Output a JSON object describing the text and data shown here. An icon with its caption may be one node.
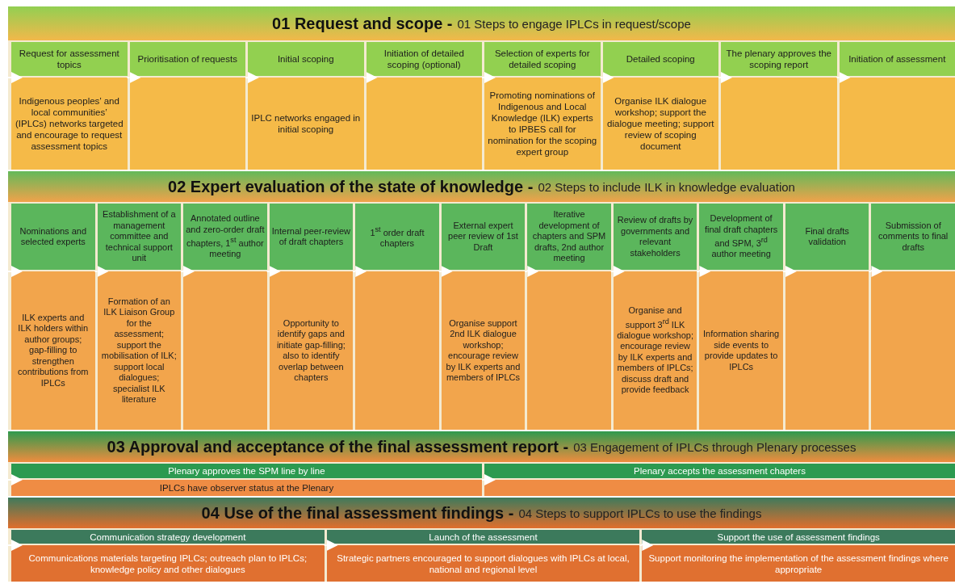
{
  "diagram": {
    "nodes": [
      {
        "text": [
          "01 Request and scope -",
          "01 Steps to engage IPLCs in request/scope"
        ]
      },
      {
        "text": [
          "Request for assessment topics",
          "Indigenous peoples’ and local communities’ (IPLCs) networks targeted and encourage to request assessment topics"
        ],
        "in": 0
      },
      {
        "text": [
          "Prioritisation of requests"
        ],
        "in": 0
      },
      {
        "text": [
          "Initial scoping",
          "IPLC networks engaged in initial scoping"
        ],
        "in": 0
      },
      {
        "text": [
          "Initiation of detailed scoping (optional)"
        ],
        "in": 0
      },
      {
        "text": [
          "Selection of experts for detailed scoping",
          "Promoting nominations of Indigenous and Local Knowledge (ILK) experts to IPBES call for nomination for the scoping expert group"
        ],
        "in": 0
      },
      {
        "text": [
          "Detailed scoping",
          "Organise ILK dialogue workshop; support the dialogue meeting; support review of scoping document"
        ],
        "in": 0
      },
      {
        "text": [
          "The plenary approves the scoping report"
        ],
        "in": 0
      },
      {
        "text": [
          "Initiation of assessment"
        ],
        "in": 0
      },
      {
        "text": [
          "02 Expert evaluation of the state of knowledge -",
          "02 Steps to include ILK in knowledge evaluation"
        ]
      },
      {
        "text": [
          "Nominations and selected experts",
          "ILK experts and ILK holders within author groups; gap-filling to strengthen contributions from IPLCs"
        ],
        "in": 9
      },
      {
        "text": [
          "Establishment of a management committee and technical support unit",
          "Formation of an ILK Liaison Group for the assessment; support the mobilisation of ILK; support local dialogues; specialist ILK literature"
        ],
        "in": 9
      },
      {
        "text": [
          "Annotated outline and zero-order draft chapters, 1$^{st}$ author meeting"
        ],
        "in": 9
      },
      {
        "text": [
          "Internal peer-review of draft chapters",
          "Opportunity to identify gaps and initiate gap-filling; also to identify overlap between chapters"
        ],
        "in": 9
      },
      {
        "text": [
          "1$^{st}$ order draft chapters"
        ],
        "in": 9
      },
      {
        "text": [
          "External expert peer review of 1st Draft",
          "Organise support 2nd ILK dialogue workshop; encourage review by ILK experts and members of IPLCs"
        ],
        "in": 9
      },
      {
        "text": [
          "Iterative development of chapters and SPM drafts, 2nd author meeting"
        ],
        "in": 9
      },
      {
        "text": [
          "Review of drafts by governments and relevant stakeholders",
          "Organise and support 3$^{rd}$ ILK dialogue workshop; encourage review by ILK experts and members of IPLCs; discuss draft and provide feedback"
        ],
        "in": 9
      },
      {
        "text": [
          "Development of final draft chapters and SPM, 3$^{rd}$ author meeting",
          "Information sharing side events to provide updates to IPLCs"
        ],
        "in": 9
      },
      {
        "text": [
          "Final drafts validation"
        ],
        "in": 9
      },
      {
        "text": [
          "Submission of comments to final drafts"
        ],
        "in": 9
      },
      {
        "text": [
          "03 Approval and acceptance of the final assessment report -",
          "03 Engagement of IPLCs through Plenary processes"
        ]
      },
      {
        "text": [
          "Plenary approves the SPM line by line",
          "IPLCs have observer status at the Plenary"
        ],
        "in": 21
      },
      {
        "text": [
          "Plenary accepts the assessment chapters"
        ],
        "in": 21
      },
      {
        "text": [
          "04 Use of the final assessment findings -",
          "04 Steps to support IPLCs to use the findings"
        ]
      },
      {
        "text": [
          "Communication strategy development",
          "Communications materials targeting IPLCs; outreach plan to IPLCs; knowledge policy and other dialogues"
        ],
        "in": 24
      },
      {
        "text": [
          "Launch of the assessment",
          "Strategic partners encouraged to support dialogues with IPLCs at local, national and regional level"
        ],
        "in": 24
      },
      {
        "text": [
          "Support the use of assessment findings",
          "Support monitoring the implementation of the assessment findings where appropriate"
        ],
        "in": 24
      }
    ],
    "edges": [
      {
        "from": null,
        "to": 1,
        "arrow": "to"
      },
      {
        "from": 1,
        "to": 2,
        "arrow": "to"
      },
      {
        "from": 2,
        "to": 3,
        "arrow": "to"
      },
      {
        "from": 3,
        "to": 4,
        "arrow": "to"
      },
      {
        "from": 4,
        "to": 5,
        "arrow": "to"
      },
      {
        "from": 5,
        "to": 6,
        "arrow": "to"
      },
      {
        "from": 6,
        "to": 7,
        "arrow": "to"
      },
      {
        "from": 7,
        "to": 8,
        "arrow": "to"
      },
      {
        "from": null,
        "to": 10,
        "arrow": "to"
      },
      {
        "from": 10,
        "to": 11,
        "arrow": "to"
      },
      {
        "from": 11,
        "to": 12,
        "arrow": "to"
      },
      {
        "from": 12,
        "to": 13,
        "arrow": "to"
      },
      {
        "from": 13,
        "to": 14,
        "arrow": "to"
      },
      {
        "from": 14,
        "to": 15,
        "arrow": "to"
      },
      {
        "from": 15,
        "to": 16,
        "arrow": "to"
      },
      {
        "from": 16,
        "to": 17,
        "arrow": "to"
      },
      {
        "from": 17,
        "to": 18,
        "arrow": "to"
      },
      {
        "from": 18,
        "to": 19,
        "arrow": "to"
      },
      {
        "from": 19,
        "to": 20,
        "arrow": "to"
      },
      {
        "from": null,
        "to": 22,
        "arrow": "to"
      },
      {
        "from": 22,
        "to": 23,
        "arrow": "to"
      },
      {
        "from": null,
        "to": 25,
        "arrow": "to"
      },
      {
        "from": 25,
        "to": 26,
        "arrow": "to"
      },
      {
        "from": 26,
        "to": 27,
        "arrow": "to"
      }
    ]
  }
}
